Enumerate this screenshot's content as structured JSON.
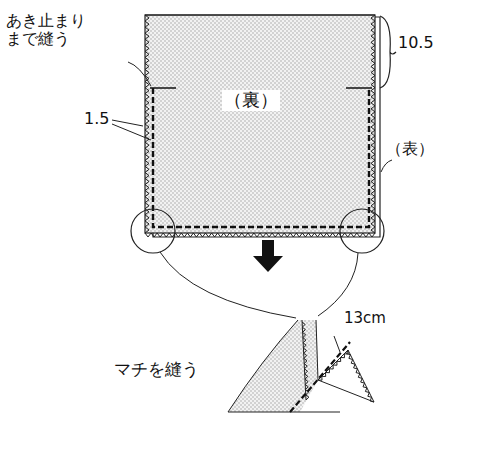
{
  "diagram": {
    "labels": [
      "あき止まり まで縫う",
      "10.5",
      "1.5",
      "（裏）",
      "（表）",
      "マチを縫う",
      "13cm"
    ]
  }
}
